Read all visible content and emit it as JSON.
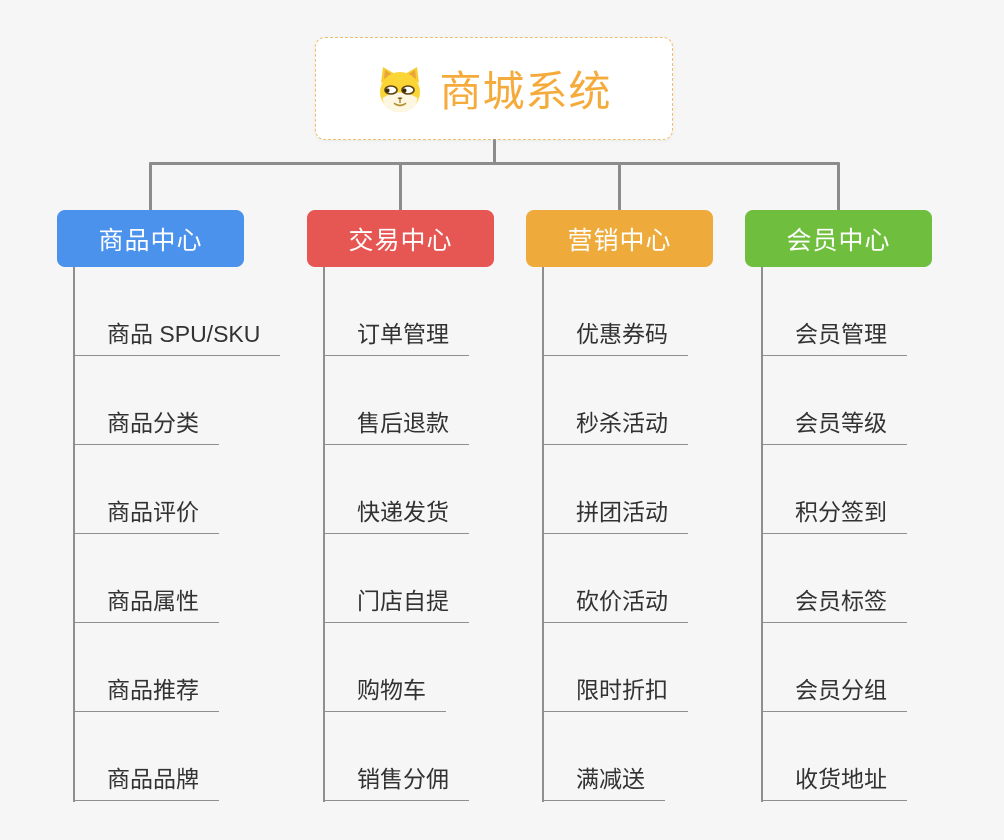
{
  "root": {
    "title": "商城系统",
    "icon": "dog-face-icon",
    "text_color": "#f5ab3c",
    "border_color": "#f0bd6b"
  },
  "colors": {
    "background": "#f6f6f6",
    "connector": "#8c8c8c",
    "branch_line": "#8f8f8f",
    "leaf_text": "#323232"
  },
  "branches": [
    {
      "label": "商品中心",
      "color": "#4b92ec",
      "children": [
        "商品 SPU/SKU",
        "商品分类",
        "商品评价",
        "商品属性",
        "商品推荐",
        "商品品牌"
      ]
    },
    {
      "label": "交易中心",
      "color": "#e65653",
      "children": [
        "订单管理",
        "售后退款",
        "快递发货",
        "门店自提",
        "购物车",
        "销售分佣"
      ]
    },
    {
      "label": "营销中心",
      "color": "#eeab3c",
      "children": [
        "优惠券码",
        "秒杀活动",
        "拼团活动",
        "砍价活动",
        "限时折扣",
        "满减送"
      ]
    },
    {
      "label": "会员中心",
      "color": "#6fbe3e",
      "children": [
        "会员管理",
        "会员等级",
        "积分签到",
        "会员标签",
        "会员分组",
        "收货地址"
      ]
    }
  ]
}
